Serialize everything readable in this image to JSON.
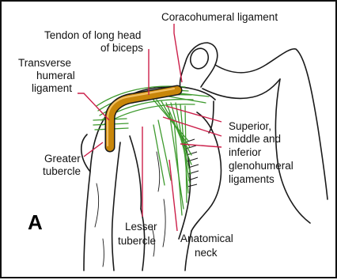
{
  "figure": {
    "panel_letter": "A",
    "labels": {
      "coracohumeral_ligament": "Coracohumeral ligament",
      "tendon_line1": "Tendon of long head",
      "tendon_line2": "of biceps",
      "transverse_line1": "Transverse",
      "transverse_line2": "humeral",
      "transverse_line3": "ligament",
      "greater_line1": "Greater",
      "greater_line2": "tubercle",
      "glenohumeral_line1": "Superior,",
      "glenohumeral_line2": "middle and",
      "glenohumeral_line3": "inferior",
      "glenohumeral_line4": "glenohumeral",
      "glenohumeral_line5": "ligaments",
      "lesser_line1": "Lesser",
      "lesser_line2": "tubercle",
      "anatomical_line1": "Anatomical",
      "anatomical_line2": "neck"
    },
    "colors": {
      "leader_lines": "#cc1f4a",
      "ligaments": "#3e9a2e",
      "tendon": "#c8860a",
      "bone_outline": "#1a1a1a"
    }
  }
}
